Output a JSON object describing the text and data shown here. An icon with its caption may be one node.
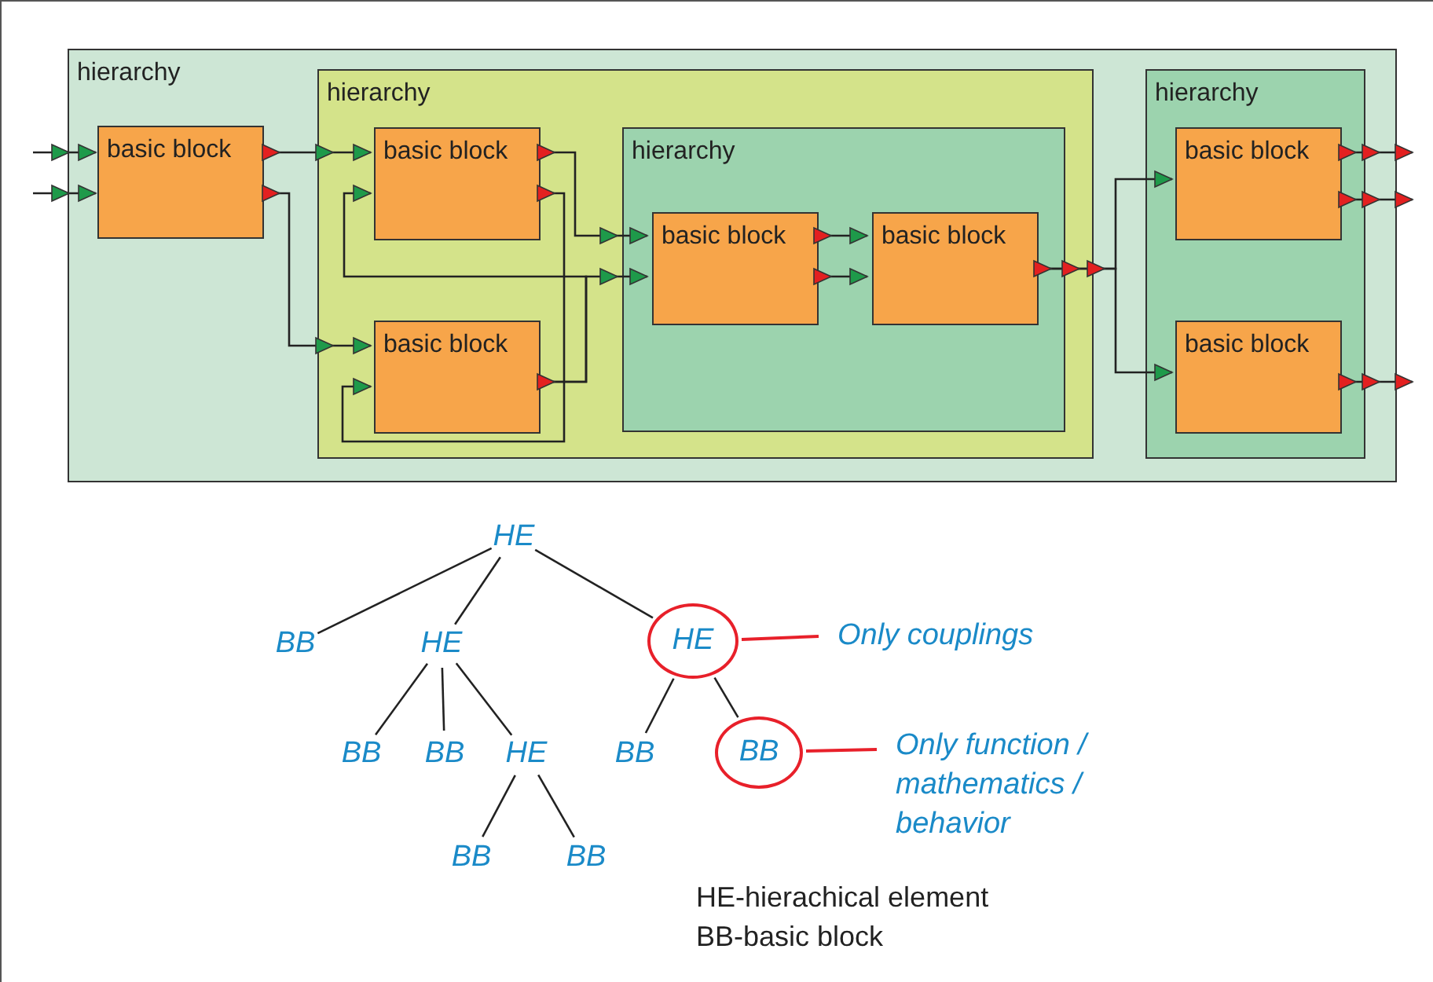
{
  "diagram": {
    "nodes": [
      {
        "text": [
          "hierarchy"
        ]
      },
      {
        "text": [
          "basic block"
        ],
        "in": 0
      },
      {
        "text": [
          "hierarchy"
        ],
        "in": 0
      },
      {
        "text": [
          "basic block"
        ],
        "in": 2
      },
      {
        "text": [
          "basic block"
        ],
        "in": 2
      },
      {
        "text": [
          "hierarchy"
        ],
        "in": 2
      },
      {
        "text": [
          "basic block"
        ],
        "in": 5
      },
      {
        "text": [
          "basic block"
        ],
        "in": 5
      },
      {
        "text": [
          "hierarchy"
        ],
        "in": 0
      },
      {
        "text": [
          "basic block"
        ],
        "in": 8
      },
      {
        "text": [
          "basic block"
        ],
        "in": 8
      },
      {
        "text": [
          "HE"
        ]
      },
      {
        "text": [
          "BB"
        ]
      },
      {
        "text": [
          "HE"
        ]
      },
      {
        "text": [
          "HE"
        ]
      },
      {
        "text": [
          "BB"
        ]
      },
      {
        "text": [
          "BB"
        ]
      },
      {
        "text": [
          "HE"
        ]
      },
      {
        "text": [
          "BB"
        ]
      },
      {
        "text": [
          "BB"
        ]
      },
      {
        "text": [
          "BB"
        ]
      },
      {
        "text": [
          "BB"
        ]
      },
      {
        "text": [
          "Only couplings"
        ]
      },
      {
        "text": [
          "Only function / mathematics / behavior"
        ]
      }
    ],
    "edges": [
      {
        "from": null,
        "to": 1,
        "arrow": "to"
      },
      {
        "from": null,
        "to": 1,
        "arrow": "to"
      },
      {
        "from": 1,
        "to": 3,
        "arrow": "to"
      },
      {
        "from": 1,
        "to": 4,
        "arrow": "to"
      },
      {
        "from": 3,
        "to": 6,
        "arrow": "to"
      },
      {
        "from": 3,
        "to": 4,
        "arrow": "to"
      },
      {
        "from": 4,
        "to": 3,
        "arrow": "to"
      },
      {
        "from": 4,
        "to": 6,
        "arrow": "to"
      },
      {
        "from": 6,
        "to": 7,
        "arrow": "to"
      },
      {
        "from": 6,
        "to": 7,
        "arrow": "to"
      },
      {
        "from": 7,
        "to": 9,
        "arrow": "to"
      },
      {
        "from": 7,
        "to": 10,
        "arrow": "to"
      },
      {
        "from": 9,
        "to": null,
        "arrow": "to"
      },
      {
        "from": 9,
        "to": null,
        "arrow": "to"
      },
      {
        "from": 10,
        "to": null,
        "arrow": "to"
      },
      {
        "from": 11,
        "to": 12,
        "arrow": "none"
      },
      {
        "from": 11,
        "to": 13,
        "arrow": "none"
      },
      {
        "from": 11,
        "to": 14,
        "arrow": "none"
      },
      {
        "from": 13,
        "to": 15,
        "arrow": "none"
      },
      {
        "from": 13,
        "to": 16,
        "arrow": "none"
      },
      {
        "from": 13,
        "to": 17,
        "arrow": "none"
      },
      {
        "from": 14,
        "to": 18,
        "arrow": "none"
      },
      {
        "from": 14,
        "to": 19,
        "arrow": "none"
      },
      {
        "from": 17,
        "to": 20,
        "arrow": "none"
      },
      {
        "from": 17,
        "to": 21,
        "arrow": "none"
      },
      {
        "from": 22,
        "to": 14,
        "arrow": "none",
        "color": "#e8202a"
      },
      {
        "from": 23,
        "to": 19,
        "arrow": "none",
        "color": "#e8202a"
      }
    ],
    "labels": [
      "HE-hierachical element",
      "BB-basic block"
    ]
  }
}
